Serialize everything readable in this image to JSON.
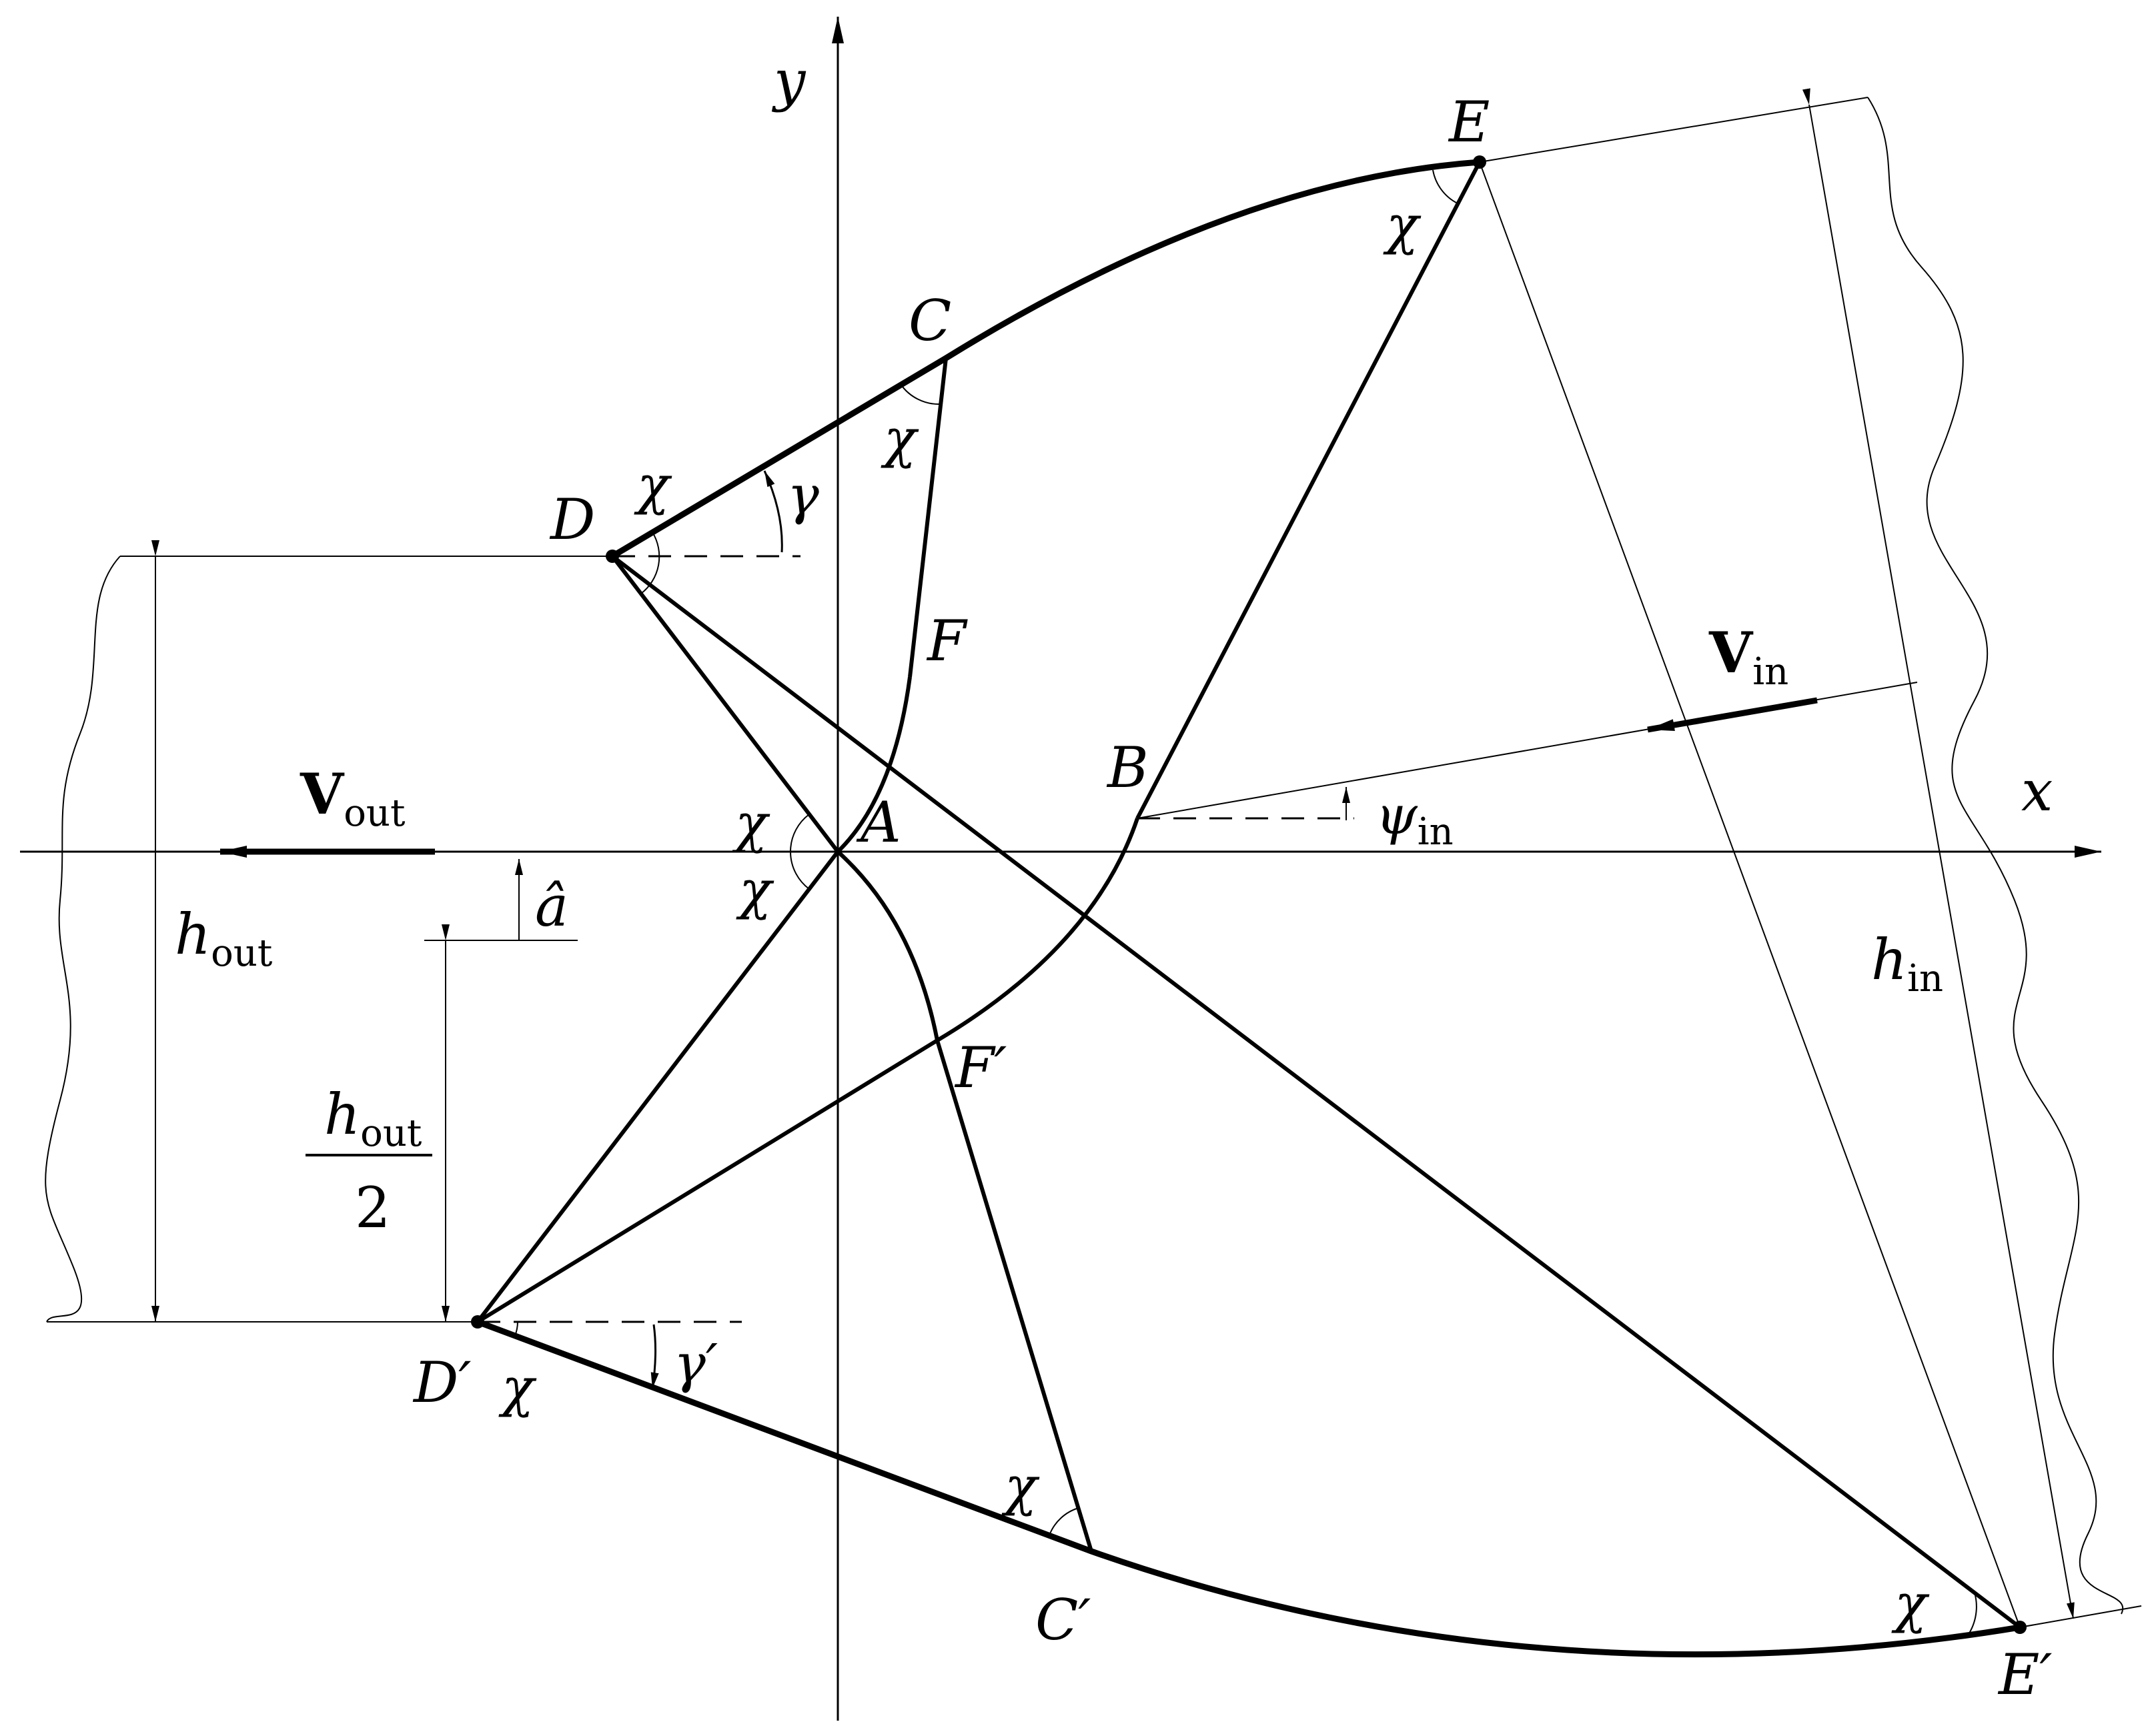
{
  "axes": {
    "x": "x",
    "y": "y"
  },
  "points": {
    "A": "A",
    "B": "B",
    "C": "C",
    "C_prime": "C′",
    "D": "D",
    "D_prime": "D′",
    "E": "E",
    "E_prime": "E′",
    "F": "F",
    "F_prime": "F′"
  },
  "angles": {
    "chi": "χ",
    "gamma": "γ",
    "gamma_prime": "γ′",
    "psi": "ψ",
    "psi_sub": "in"
  },
  "velocities": {
    "in_symbol": "V",
    "in_sub": "in",
    "out_symbol": "V",
    "out_sub": "out"
  },
  "dimensions": {
    "h_in_symbol": "h",
    "h_in_sub": "in",
    "h_out_symbol": "h",
    "h_out_sub": "out",
    "half_numerator_symbol": "h",
    "half_numerator_sub": "out",
    "half_denominator": "2",
    "a_hat": "â"
  }
}
